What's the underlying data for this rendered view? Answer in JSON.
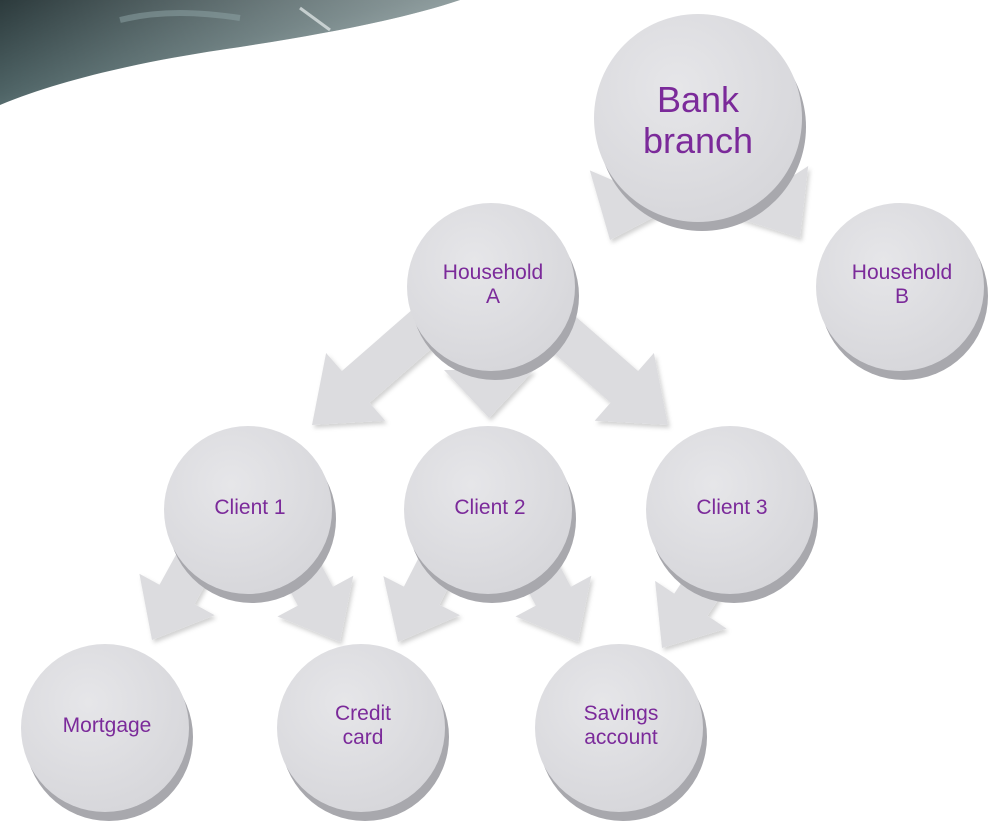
{
  "colors": {
    "node_fill": "#dddde0",
    "node_shadow": "#a8a8ad",
    "arrow_fill": "#dcdcdf",
    "text": "#7b2a9a"
  },
  "nodes": {
    "bank_branch": "Bank\nbranch",
    "household_a": "Household\nA",
    "household_b": "Household\nB",
    "client_1": "Client 1",
    "client_2": "Client 2",
    "client_3": "Client 3",
    "mortgage": "Mortgage",
    "credit_card": "Credit\ncard",
    "savings_account": "Savings\naccount"
  },
  "edges": [
    [
      "bank_branch",
      "household_a"
    ],
    [
      "bank_branch",
      "household_b"
    ],
    [
      "household_a",
      "client_1"
    ],
    [
      "household_a",
      "client_2"
    ],
    [
      "household_a",
      "client_3"
    ],
    [
      "client_1",
      "mortgage"
    ],
    [
      "client_1",
      "credit_card"
    ],
    [
      "client_2",
      "credit_card"
    ],
    [
      "client_2",
      "savings_account"
    ],
    [
      "client_3",
      "savings_account"
    ]
  ]
}
